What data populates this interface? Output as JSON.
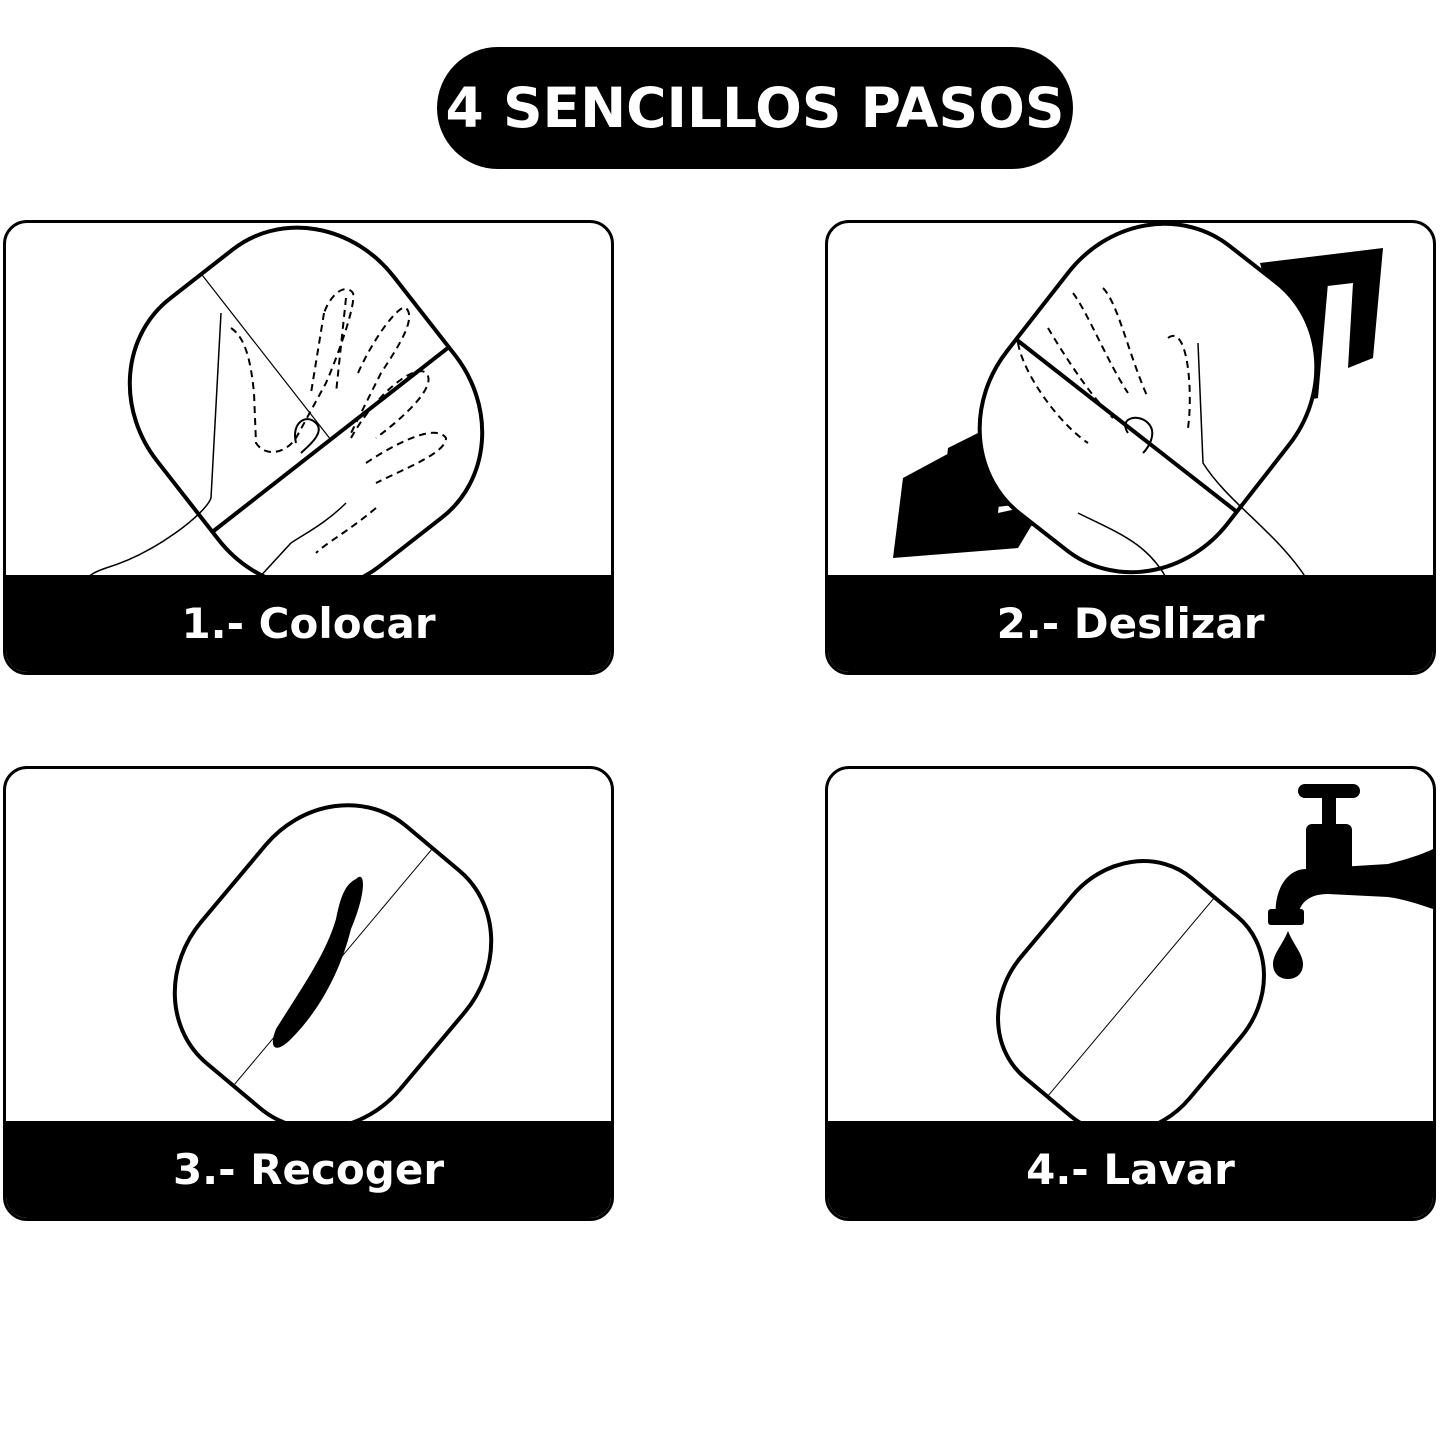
{
  "header": {
    "title": "4 SENCILLOS PASOS"
  },
  "steps": [
    {
      "label": "1.- Colocar",
      "icon": "glove-hand-icon"
    },
    {
      "label": "2.- Deslizar",
      "icon": "glove-slide-arrows-icon"
    },
    {
      "label": "3.- Recoger",
      "icon": "glove-with-hair-icon"
    },
    {
      "label": "4.- Lavar",
      "icon": "glove-faucet-icon"
    }
  ],
  "colors": {
    "primary": "#000000",
    "background": "#ffffff",
    "text_on_dark": "#ffffff"
  }
}
